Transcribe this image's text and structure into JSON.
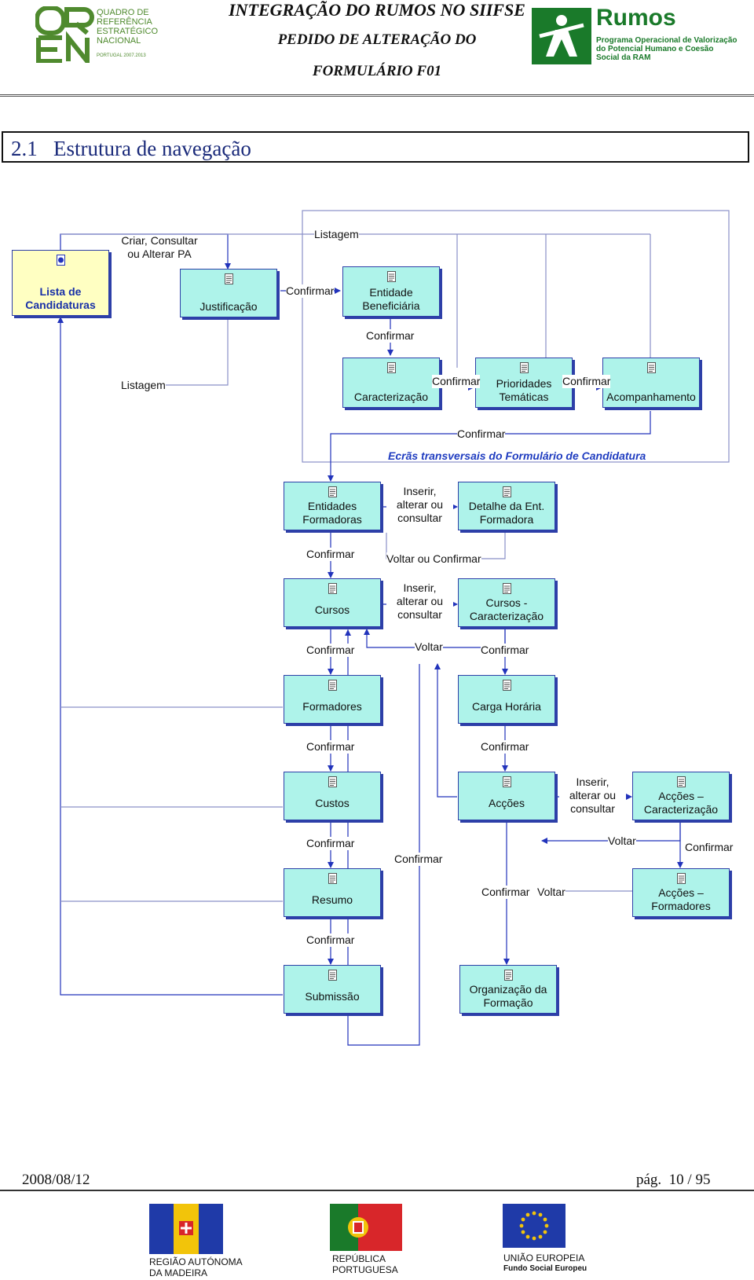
{
  "header": {
    "title_line1": "INTEGRAÇÃO DO RUMOS NO SIIFSE",
    "title_line2": "PEDIDO DE ALTERAÇÃO DO",
    "title_line3": "FORMULÁRIO F01",
    "qren_logo_text": "QUADRO DE REFERÊNCIA ESTRATÉGICO NACIONAL",
    "qren_logo_sub": "PORTUGAL 2007.2013",
    "rumos_logo_title": "Rumos",
    "rumos_logo_sub": "Programa Operacional de Valorização do Potencial Humano e Coesão Social da RAM"
  },
  "section": {
    "title": "2.1   Estrutura de navegação"
  },
  "nodes": {
    "lista": "Lista de Candidaturas",
    "justificacao": "Justificação",
    "entidade": "Entidade Beneficiária",
    "caracterizacao": "Caracterização",
    "prioridades": "Prioridades Temáticas",
    "acompanhamento": "Acompanhamento",
    "entidades_formadoras": "Entidades Formadoras",
    "detalhe": "Detalhe da Ent. Formadora",
    "cursos": "Cursos",
    "cursos_carac": "Cursos - Caracterização",
    "formadores": "Formadores",
    "carga": "Carga Horária",
    "custos": "Custos",
    "accoes": "Acções",
    "accoes_carac": "Acções – Caracterização",
    "resumo": "Resumo",
    "accoes_form": "Acções – Formadores",
    "submissao": "Submissão",
    "organizacao": "Organização da Formação"
  },
  "labels": {
    "criar": "Criar, Consultar ou Alterar PA",
    "listagem_top": "Listagem",
    "confirmar": "Confirmar",
    "listagem_left": "Listagem",
    "transversal": "Ecrãs transversais do Formulário de Candidatura",
    "inserir": "Inserir, alterar ou consultar",
    "voltar_confirmar": "Voltar ou Confirmar",
    "voltar": "Voltar"
  },
  "footer": {
    "date": "2008/08/12",
    "page": "pág.  10 / 95",
    "madeira": "REGIÃO AUTÓNOMA DA MADEIRA",
    "portugal": "REPÚBLICA PORTUGUESA",
    "ue": "UNIÃO EUROPEIA",
    "ue_sub": "Fundo Social Europeu"
  }
}
